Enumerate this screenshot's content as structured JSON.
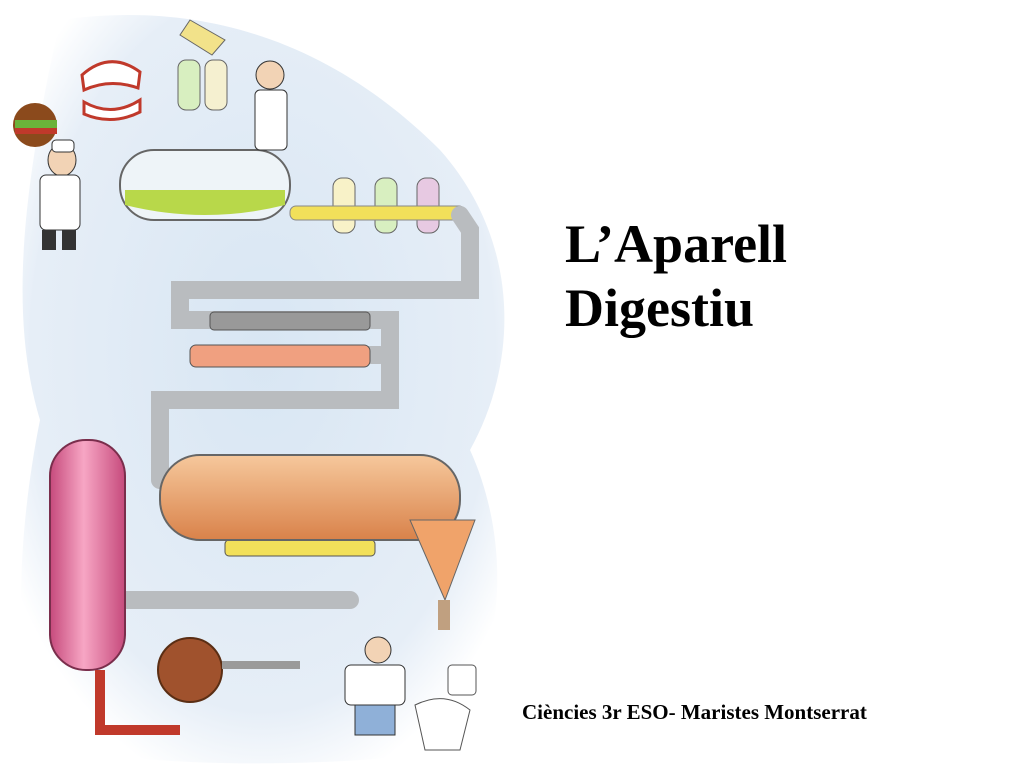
{
  "slide": {
    "title_line1": "L’Aparell",
    "title_line2": "Digestiu",
    "footer": "Ciències 3r ESO- Maristes Montserrat"
  },
  "illustration": {
    "icon": "digestive-machine-illustration",
    "colors": {
      "background_wash": "#cfe0f0",
      "pipe": "#b9bcbf",
      "stomach_fluid": "#b8d84a",
      "intestine_content": "#e9a26a",
      "tank": "#e47aa0",
      "pump": "#a0522d"
    }
  }
}
